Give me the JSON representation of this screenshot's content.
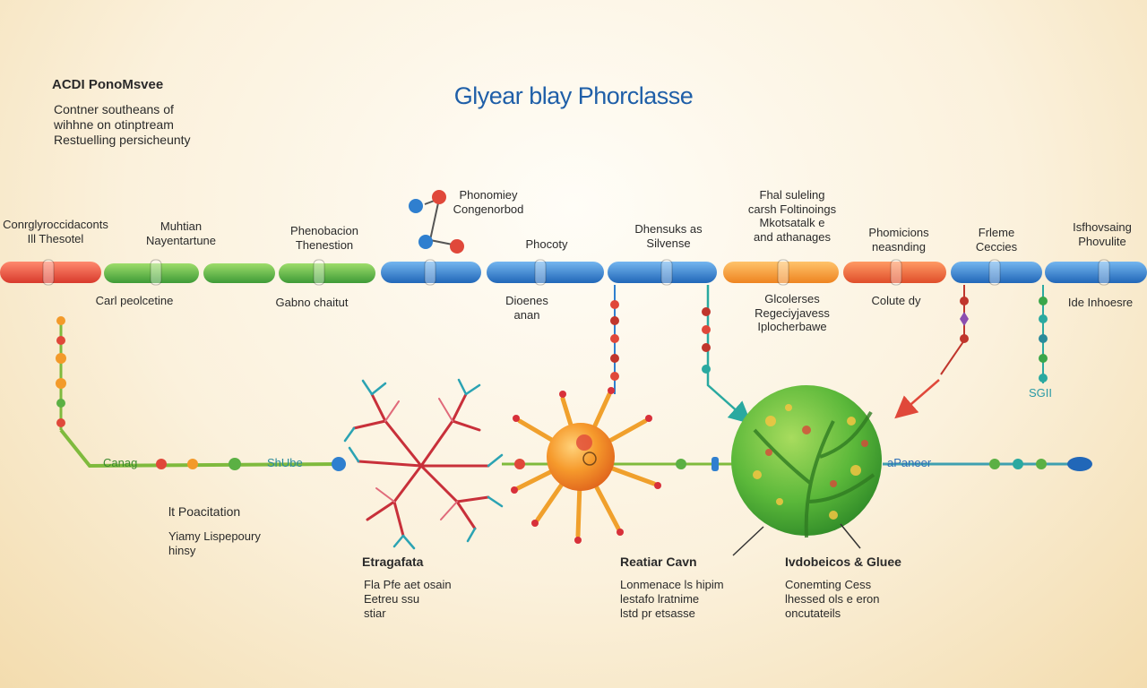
{
  "title": "Glyear blay Phorclasse",
  "top_left_note": {
    "heading": "ACDI PonoMsvee",
    "lines": [
      "Contner southeans of",
      "wihhne on otinptream",
      "Restuelling persicheunty"
    ]
  },
  "track_top_labels": [
    {
      "lines": [
        "Conrglyroccidaconts",
        "Ill Thesotel"
      ]
    },
    {
      "lines": [
        "Muhtian",
        "Nayentartune"
      ]
    },
    {
      "lines": [
        "Phenobacion",
        "Thenestion"
      ]
    },
    {
      "lines": [
        "Phonomiey",
        "Congenorbod"
      ]
    },
    {
      "lines": [
        "Phocoty"
      ]
    },
    {
      "lines": [
        "Dhensuks as",
        "Silvense"
      ]
    },
    {
      "lines": [
        "Fhal suleling",
        "carsh Foltinoings",
        "Mkotsatalk e",
        "and athanages"
      ]
    },
    {
      "lines": [
        "Phomicions",
        "neasnding"
      ]
    },
    {
      "lines": [
        "Frleme",
        "Ceccies"
      ]
    },
    {
      "lines": [
        "Isfhovsaing",
        "Phovulite"
      ]
    }
  ],
  "track_bottom_labels": [
    {
      "lines": [
        "Carl peolcetine"
      ]
    },
    {
      "lines": [
        "Gabno chaitut"
      ]
    },
    {
      "lines": [
        "Dioenes",
        "anan"
      ]
    },
    {
      "lines": [
        "Glcolerses",
        "Regeciyjavess",
        "Iplocherbawe"
      ]
    },
    {
      "lines": [
        "Colute dy"
      ]
    },
    {
      "lines": [
        "Ide Inhoesre"
      ]
    }
  ],
  "chain_labels": [
    "Canag",
    "ShUbe",
    "SGII",
    "aPaneer"
  ],
  "bottom_texts": [
    {
      "lines": [
        "lt Poacitation",
        "",
        "Yiamy Lispepoury",
        "hinsy"
      ]
    },
    {
      "lines": [
        "Etragafata",
        "",
        "Fla Pfe aet osain",
        "Eetreu ssu",
        "stiar"
      ]
    },
    {
      "lines": [
        "Reatiar Cavn",
        "",
        "Lonmenace ls hipim",
        "lestafo lratnime",
        "lstd pr etsasse"
      ]
    },
    {
      "lines": [
        "Ivdobeicos & Gluee",
        "",
        "Conemting Cess",
        "lhessed ols e eron",
        "oncutateils"
      ]
    }
  ],
  "colors": {
    "title": "#1f5fa8",
    "red": "#e0483a",
    "green": "#5bb044",
    "blue": "#2f7fcf",
    "orange": "#f39a2a",
    "teal": "#2aa9a0"
  },
  "icons": [
    "molecule-icon",
    "neuron-icon",
    "cell-icon",
    "organ-icon"
  ]
}
